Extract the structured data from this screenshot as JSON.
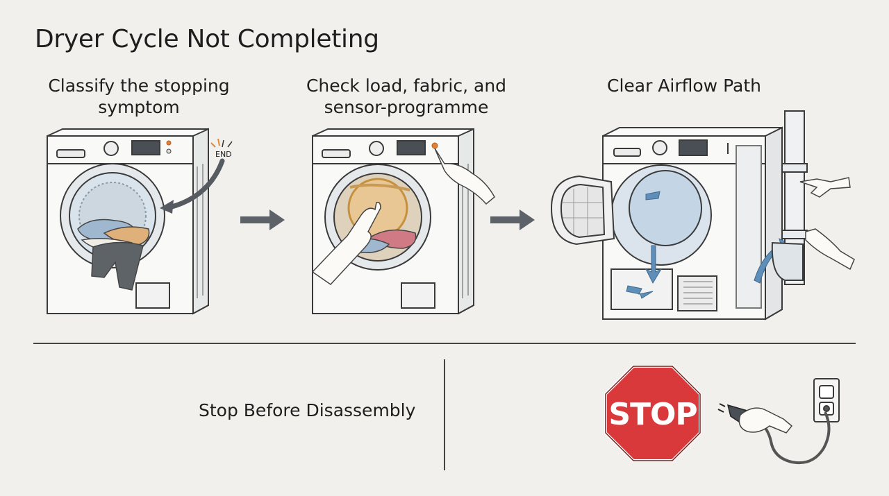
{
  "title": "Dryer Cycle Not Completing",
  "steps": [
    {
      "label": "Classify the stopping symptom"
    },
    {
      "label": "Check load, fabric, and sensor-programme"
    },
    {
      "label": "Clear Airflow Path"
    }
  ],
  "display_text": "END",
  "bottom": {
    "label": "Stop Before Disassembly",
    "sign_text": "STOP"
  },
  "colors": {
    "background": "#f1f0ec",
    "stop_sign": "#d9393b",
    "arrow": "#5c6268",
    "water_blue": "#5f8fb8"
  }
}
